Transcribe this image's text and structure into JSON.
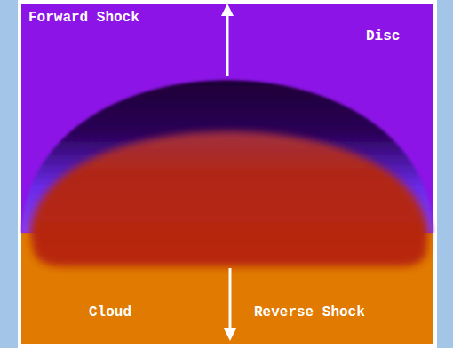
{
  "diagram": {
    "labels": [
      "Forward Shock",
      "Disc",
      "Cloud",
      "Reverse Shock"
    ]
  }
}
